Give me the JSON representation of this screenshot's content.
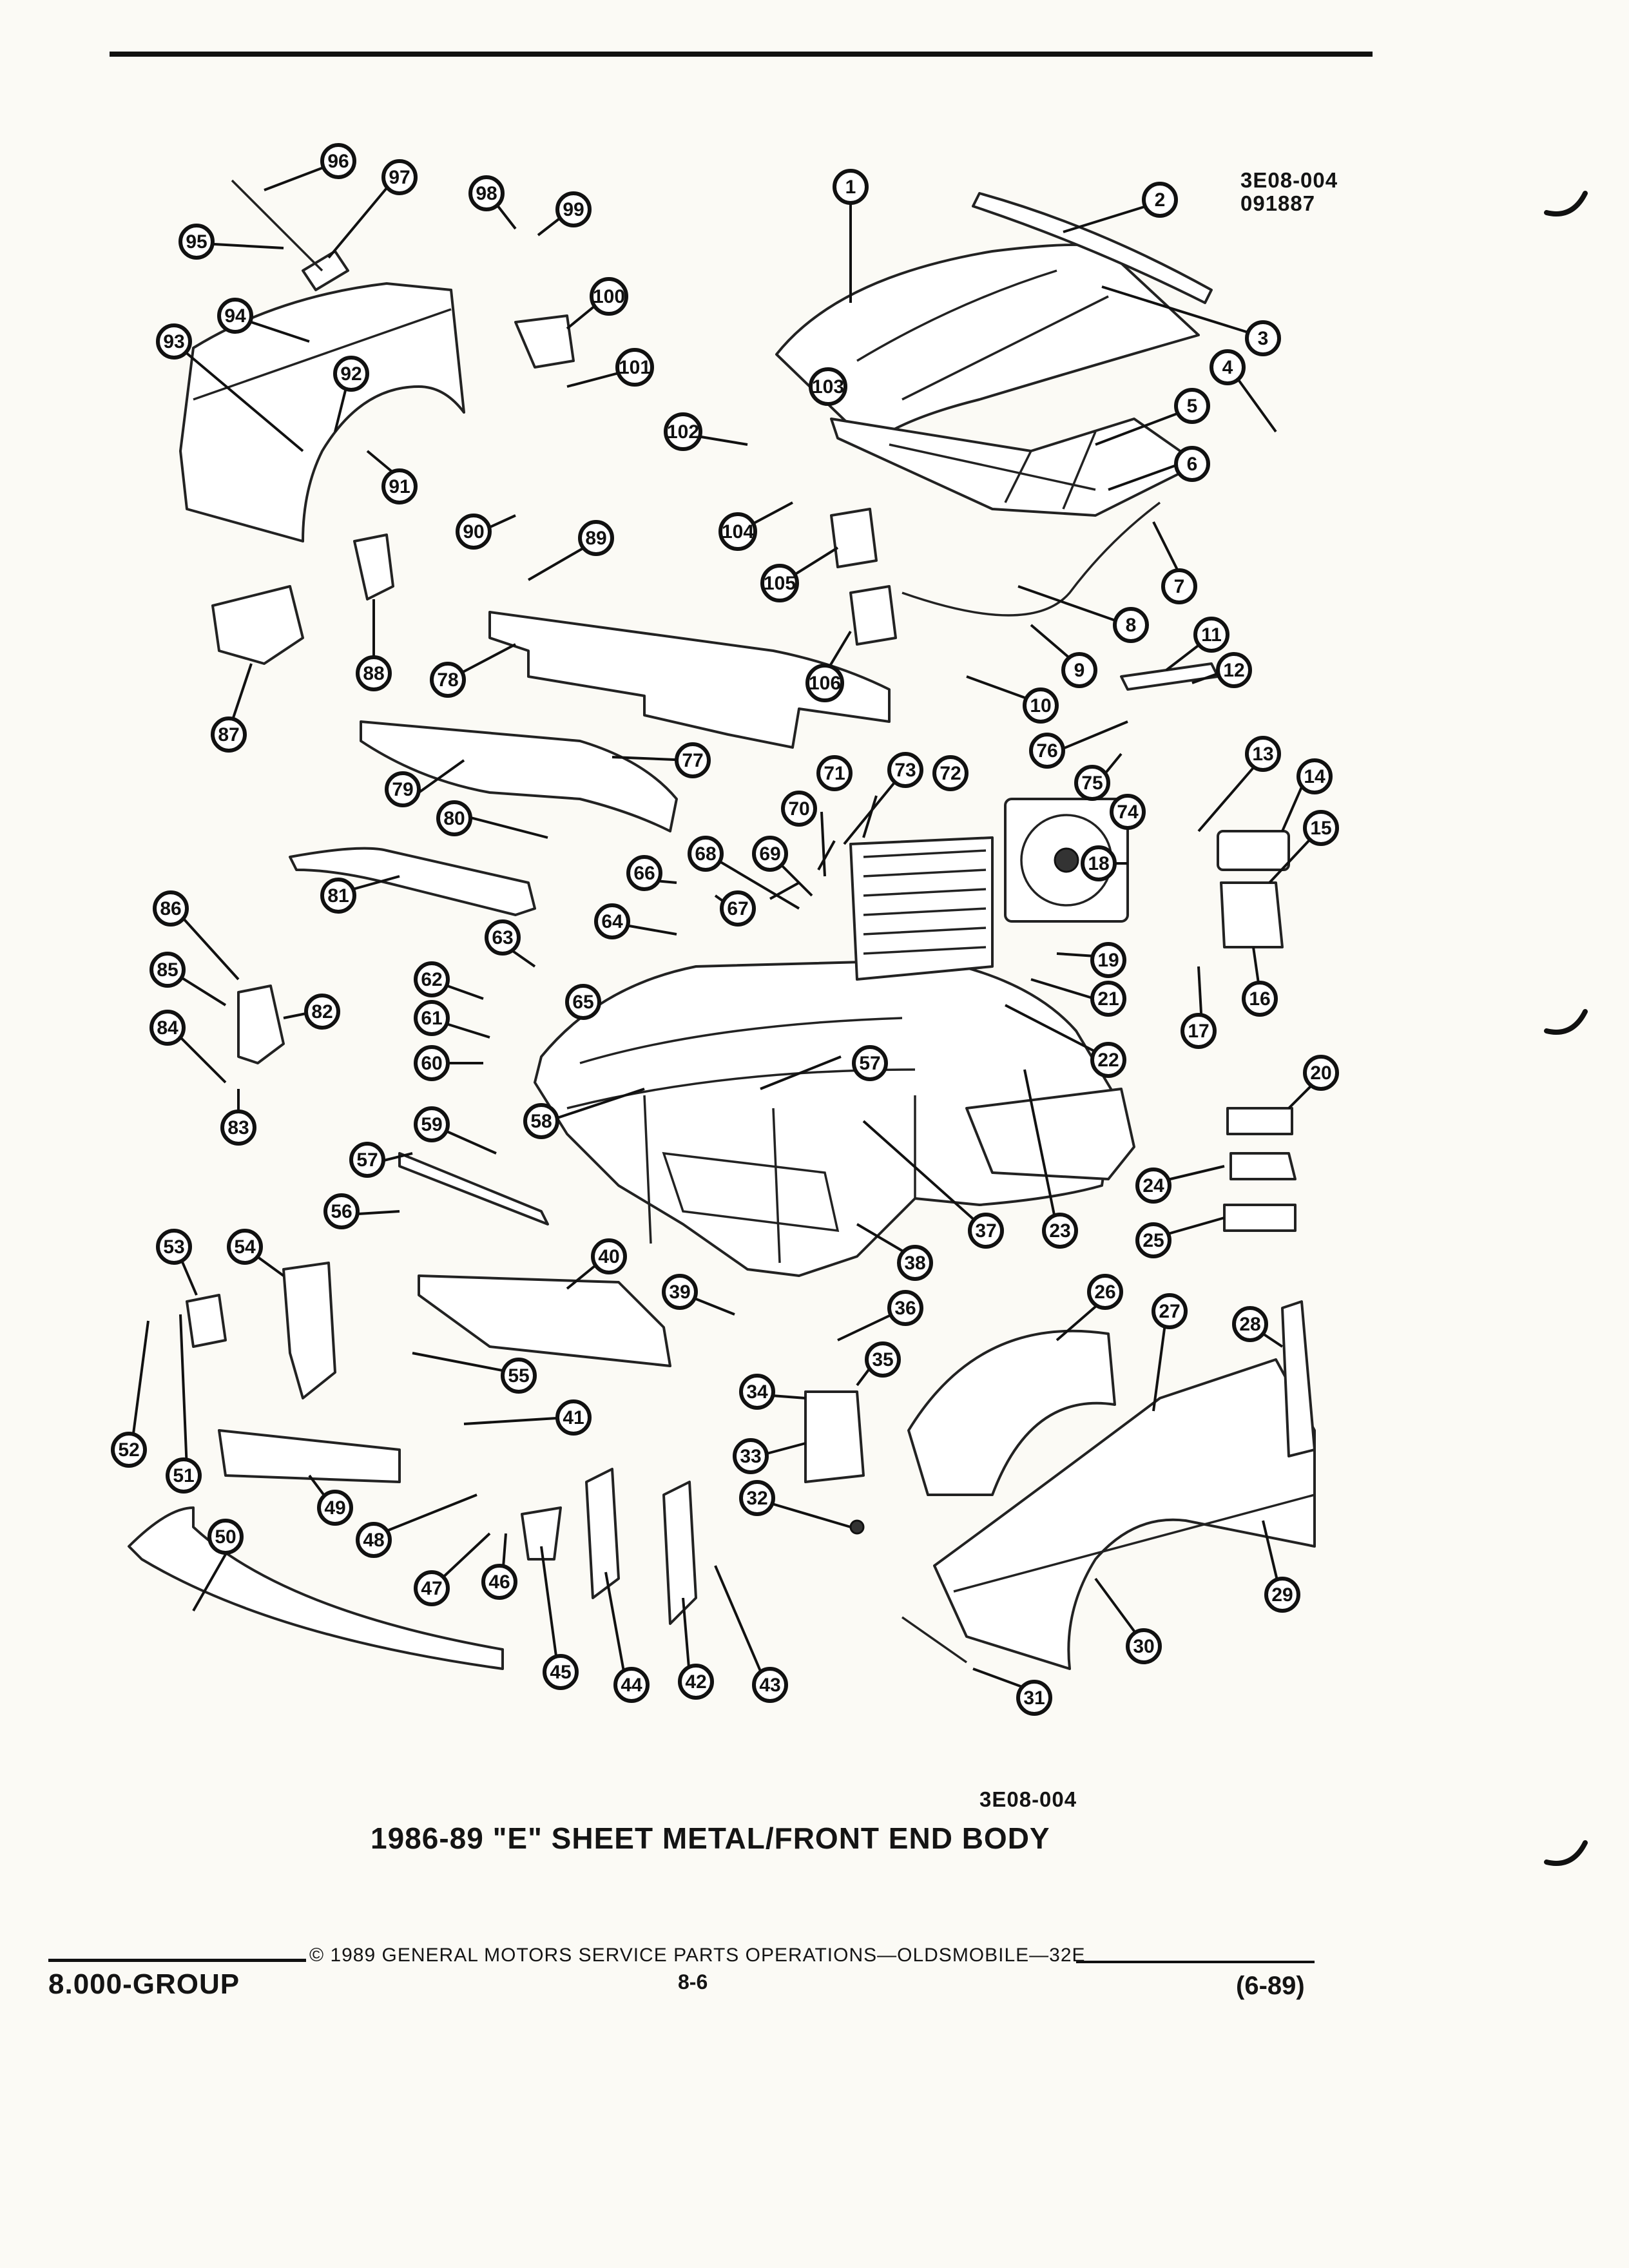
{
  "document": {
    "ref_code_top": "3E08-004",
    "ref_date_top": "091887",
    "ref_code_bottom": "3E08-004",
    "caption": "1986-89 \"E\" SHEET METAL/FRONT END BODY",
    "group_label": "8.000-GROUP",
    "copyright": "© 1989 GENERAL MOTORS SERVICE PARTS OPERATIONS—OLDSMOBILE—32E",
    "page_number": "8-6",
    "revision": "(6-89)"
  },
  "callout_numbers": [
    "1",
    "2",
    "3",
    "4",
    "5",
    "6",
    "7",
    "8",
    "9",
    "10",
    "11",
    "12",
    "13",
    "14",
    "15",
    "16",
    "17",
    "18",
    "19",
    "20",
    "21",
    "22",
    "23",
    "24",
    "25",
    "26",
    "27",
    "28",
    "29",
    "30",
    "31",
    "32",
    "33",
    "34",
    "35",
    "36",
    "37",
    "38",
    "39",
    "40",
    "41",
    "42",
    "43",
    "44",
    "45",
    "46",
    "47",
    "48",
    "49",
    "50",
    "51",
    "52",
    "53",
    "54",
    "55",
    "56",
    "57",
    "57",
    "58",
    "59",
    "60",
    "61",
    "62",
    "63",
    "64",
    "65",
    "66",
    "67",
    "68",
    "69",
    "70",
    "71",
    "72",
    "73",
    "74",
    "75",
    "76",
    "77",
    "78",
    "79",
    "80",
    "81",
    "82",
    "83",
    "84",
    "85",
    "86",
    "87",
    "88",
    "89",
    "90",
    "91",
    "92",
    "93",
    "94",
    "95",
    "96",
    "97",
    "98",
    "99",
    "100",
    "101",
    "102",
    "103",
    "104",
    "105",
    "106"
  ],
  "colors": {
    "ink": "#141414",
    "paper": "#fbfaf5"
  }
}
